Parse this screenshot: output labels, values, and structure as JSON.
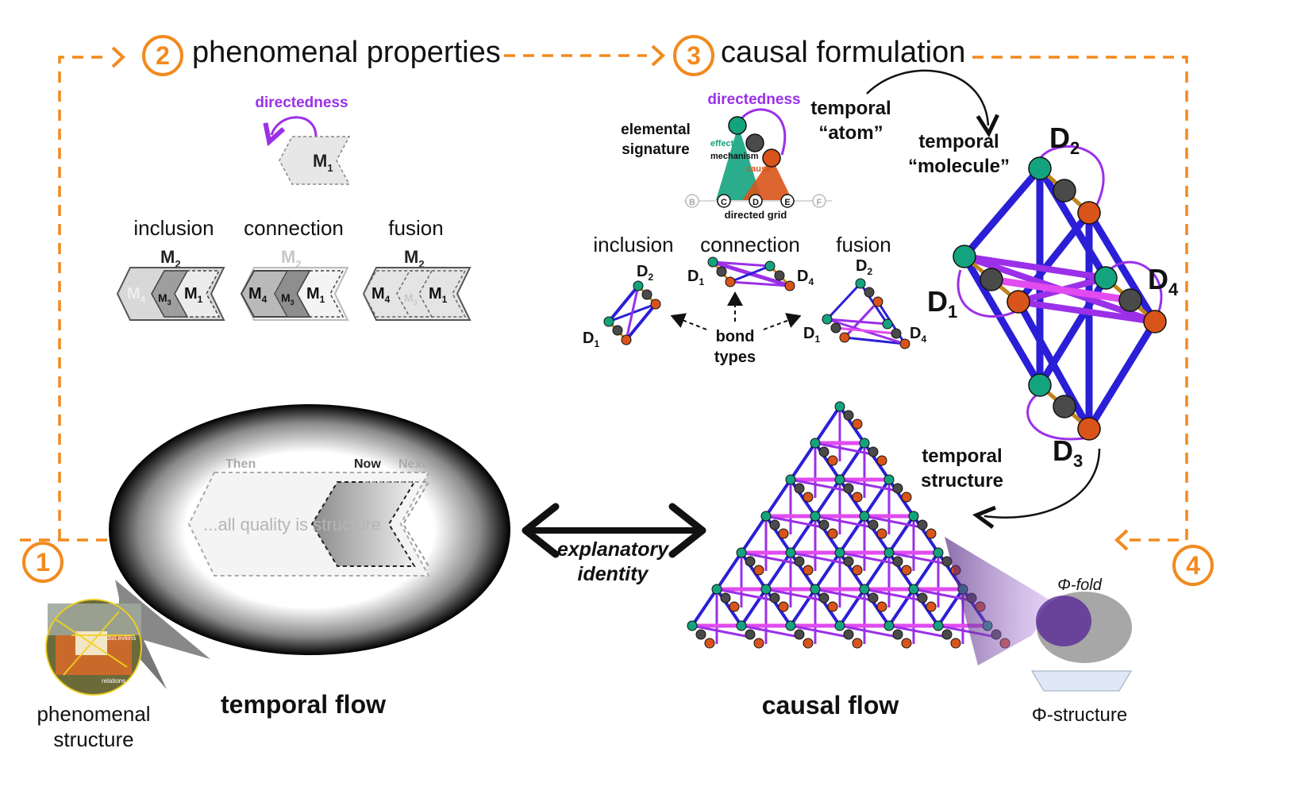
{
  "colors": {
    "orange": "#f28a1e",
    "purple": "#9b30e8",
    "blue": "#2a1fd6",
    "magenta": "#e14bf0",
    "green_node": "#14a37f",
    "gray_node": "#4a4a4a",
    "orange_node": "#d9541a"
  },
  "steps": [
    {
      "number": "1",
      "title": ""
    },
    {
      "number": "2",
      "title": "phenomenal properties"
    },
    {
      "number": "3",
      "title": "causal formulation"
    },
    {
      "number": "4",
      "title": ""
    }
  ],
  "phenomenal": {
    "directedness_label": "directedness",
    "m1": "M",
    "m1_sub": "1",
    "relations": [
      {
        "label": "inclusion",
        "top": "M",
        "top_sub": "2",
        "items": [
          {
            "t": "M",
            "s": "4"
          },
          {
            "t": "M",
            "s": "3"
          },
          {
            "t": "M",
            "s": "1"
          }
        ]
      },
      {
        "label": "connection",
        "top": "M",
        "top_sub": "2",
        "items": [
          {
            "t": "M",
            "s": "4"
          },
          {
            "t": "M",
            "s": "3"
          },
          {
            "t": "M",
            "s": "1"
          }
        ]
      },
      {
        "label": "fusion",
        "top": "M",
        "top_sub": "2",
        "items": [
          {
            "t": "M",
            "s": "4"
          },
          {
            "t": "M",
            "s": "3"
          },
          {
            "t": "M",
            "s": "1"
          }
        ]
      }
    ]
  },
  "causal": {
    "directedness_label": "directedness",
    "elemental_signature": [
      "elemental",
      "signature"
    ],
    "effect": "effect",
    "mechanism": "mechanism",
    "cause": "cause",
    "grid_nodes": [
      "B",
      "C",
      "D",
      "E",
      "F"
    ],
    "directed_grid": "directed grid",
    "temporal_atom": [
      "temporal",
      "“atom”"
    ],
    "temporal_molecule": [
      "temporal",
      "“molecule”"
    ],
    "bond_labels": [
      "inclusion",
      "connection",
      "fusion"
    ],
    "bond_types": [
      "bond",
      "types"
    ],
    "d": "D"
  },
  "temporal_flow": {
    "then": "Then",
    "now": "Now",
    "next": "Next",
    "caption": "...all quality is structure",
    "title": "temporal flow"
  },
  "phenomenal_structure": [
    "phenomenal",
    "structure"
  ],
  "photo_labels": [
    "dist.evkins",
    "relations"
  ],
  "identity": [
    "explanatory",
    "identity"
  ],
  "causal_flow_title": "causal flow",
  "temporal_structure": [
    "temporal",
    "structure"
  ],
  "phi_fold": "Φ-fold",
  "phi_structure": "Φ-structure"
}
